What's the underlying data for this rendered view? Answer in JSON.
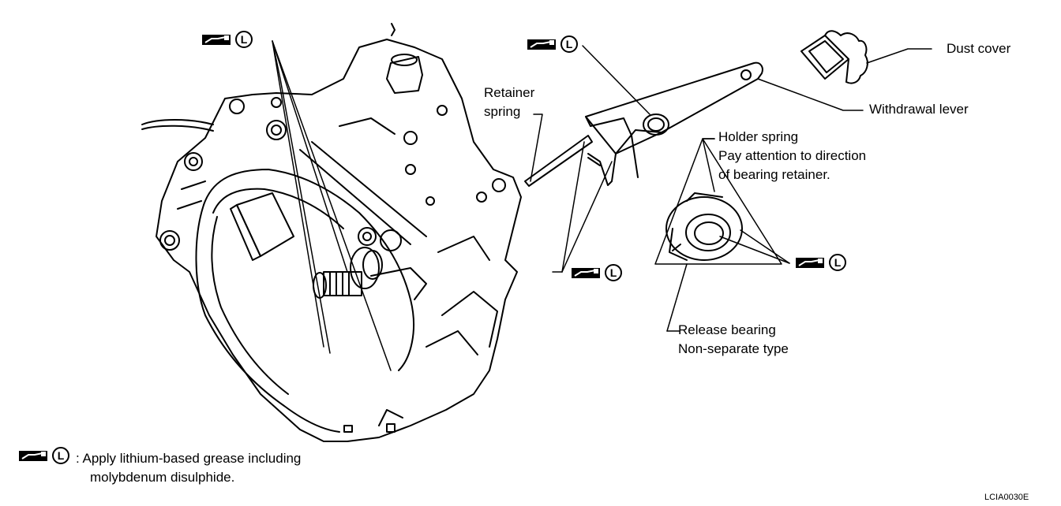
{
  "labels": {
    "retainer_spring": [
      "Retainer",
      "spring"
    ],
    "dust_cover": "Dust cover",
    "withdrawal_lever": "Withdrawal lever",
    "holder_spring": [
      "Holder spring",
      "Pay attention to direction",
      "of bearing retainer."
    ],
    "release_bearing": [
      "Release bearing",
      "Non-separate type"
    ]
  },
  "marker_letter": "L",
  "legend": {
    "symbol_letter": "L",
    "line1": ": Apply lithium-based grease including",
    "line2": "molybdenum disulphide."
  },
  "figure_ref": "LCIA0030E",
  "icons": {
    "grease": "grease-gun-icon",
    "lubricant_circle": "circle-letter-icon"
  }
}
